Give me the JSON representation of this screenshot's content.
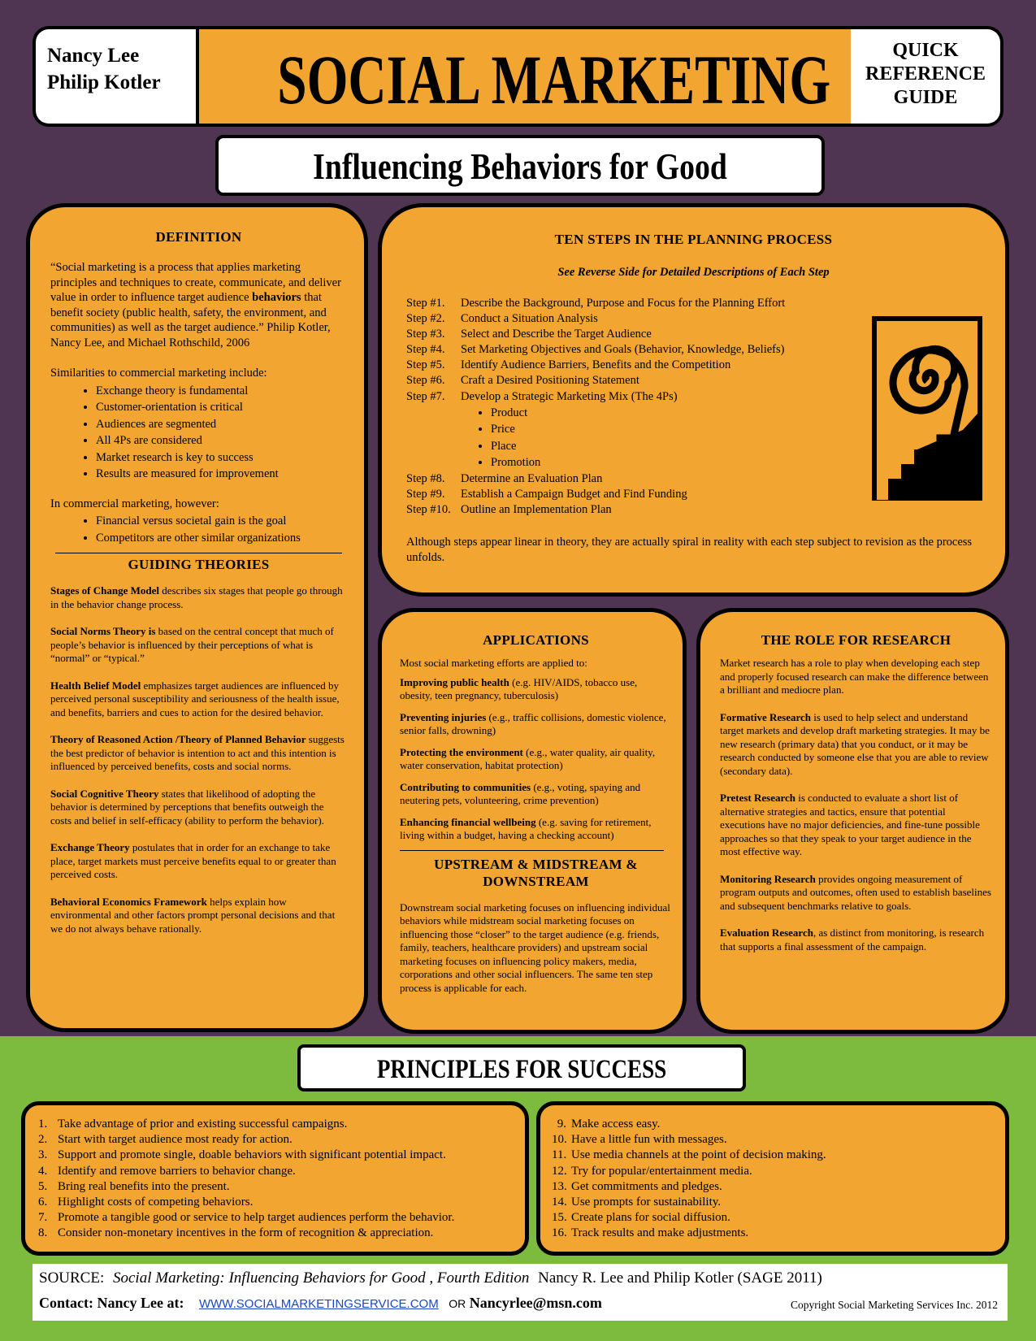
{
  "header": {
    "authors": [
      "Nancy Lee",
      "Philip Kotler"
    ],
    "title": "SOCIAL MARKETING",
    "guide": [
      "QUICK",
      "REFERENCE",
      "GUIDE"
    ],
    "subtitle": "Influencing Behaviors for Good"
  },
  "definition": {
    "title": "DEFINITION",
    "quote_before": "“Social marketing is a process that applies marketing principles and techniques to create, communicate, and deliver value in order to influence target audience",
    "quote_bold": "behaviors",
    "quote_after": "that benefit society (public health, safety, the environment, and communities) as well as the target audience.”  Philip Kotler, Nancy Lee, and Michael Rothschild, 2006",
    "similarities_intro": "Similarities to commercial marketing include:",
    "similarities": [
      "Exchange theory is fundamental",
      "Customer-orientation is critical",
      "Audiences are segmented",
      "All 4Ps are considered",
      "Market research is key to success",
      "Results are measured for improvement"
    ],
    "however_intro": "In commercial marketing, however:",
    "however": [
      "Financial versus societal gain is the goal",
      "Competitors are other similar organizations"
    ]
  },
  "theories": {
    "title": "GUIDING THEORIES",
    "items": [
      {
        "name": "Stages of Change Model",
        "text": "describes six stages that people go through in the behavior change process."
      },
      {
        "name": "Social Norms Theory is",
        "text": "based on the central concept that much of people’s behavior is influenced by their perceptions of what is “normal” or “typical.”"
      },
      {
        "name": "Health Belief Model",
        "text": "emphasizes target audiences are influenced by perceived personal susceptibility and seriousness of the health issue, and benefits, barriers and cues to action for the desired behavior."
      },
      {
        "name": "Theory of Reasoned Action /Theory of Planned Behavior",
        "text": "suggests the best predictor of behavior is intention to act and this intention is influenced by perceived benefits, costs and social norms."
      },
      {
        "name": "Social Cognitive Theory",
        "text": "states that likelihood of  adopting the behavior is determined by perceptions that benefits outweigh the costs and belief in self-efficacy (ability to perform the behavior)."
      },
      {
        "name": "Exchange Theory",
        "text": "postulates that in order for an exchange to take place, target markets must perceive benefits equal to or greater than perceived costs."
      },
      {
        "name": "Behavioral Economics Framework",
        "text": "helps explain how environmental and other factors prompt personal decisions and that we do not always behave rationally."
      }
    ]
  },
  "steps": {
    "title": "TEN STEPS IN THE PLANNING PROCESS",
    "subtitle": "See Reverse Side for Detailed Descriptions of Each Step",
    "items": [
      {
        "label": "Step #1.",
        "text": "Describe the Background, Purpose and Focus for the Planning Effort"
      },
      {
        "label": "Step #2.",
        "text": "Conduct a Situation Analysis"
      },
      {
        "label": "Step #3.",
        "text": "Select and Describe the Target Audience"
      },
      {
        "label": "Step #4.",
        "text": "Set Marketing Objectives and Goals (Behavior, Knowledge, Beliefs)"
      },
      {
        "label": "Step #5.",
        "text": "Identify Audience Barriers, Benefits and the Competition"
      },
      {
        "label": "Step #6.",
        "text": "Craft a Desired Positioning Statement"
      },
      {
        "label": "Step #7.",
        "text": "Develop a Strategic Marketing Mix (The 4Ps)"
      }
    ],
    "ps": [
      "Product",
      "Price",
      "Place",
      "Promotion"
    ],
    "items2": [
      {
        "label": "Step #8.",
        "text": "Determine an Evaluation Plan"
      },
      {
        "label": "Step #9.",
        "text": "Establish a Campaign Budget and Find Funding"
      },
      {
        "label": "Step #10.",
        "text": "Outline an Implementation Plan"
      }
    ],
    "note": "Although steps appear linear in theory, they are actually spiral in reality with each step subject to revision as the process unfolds."
  },
  "applications": {
    "title": "APPLICATIONS",
    "intro": "Most social marketing efforts are applied to:",
    "items": [
      {
        "name": "Improving public health",
        "text": "(e.g. HIV/AIDS, tobacco use, obesity, teen pregnancy, tuberculosis)"
      },
      {
        "name": "Preventing injuries",
        "text": "(e.g., traffic collisions, domestic violence, senior falls, drowning)"
      },
      {
        "name": "Protecting the environment",
        "text": "(e.g., water quality, air quality, water conservation, habitat protection)"
      },
      {
        "name": "Contributing to communities",
        "text": "(e.g., voting, spaying and neutering pets, volunteering, crime prevention)"
      },
      {
        "name": "Enhancing financial wellbeing",
        "text": "(e.g. saving for retirement, living within a budget, having a checking account)"
      }
    ]
  },
  "upstream": {
    "title1": "UPSTREAM & MIDSTREAM &",
    "title2": "DOWNSTREAM",
    "text": "Downstream social marketing focuses on influencing individual behaviors while midstream social marketing focuses on influencing those “closer” to the target audience (e.g. friends, family, teachers, healthcare providers) and upstream social marketing focuses on influencing policy makers, media, corporations and other social influencers.  The same ten step process is applicable for each."
  },
  "research": {
    "title": "THE ROLE FOR RESEARCH",
    "intro": "Market research has a role to play when developing each step and properly focused research can make the difference between a brilliant and mediocre plan.",
    "items": [
      {
        "name": "Formative Research",
        "text": "is used to help select and understand target markets and develop draft marketing strategies.  It may be new research (primary data) that you conduct, or it may be research conducted by someone else that you are able to review (secondary data)."
      },
      {
        "name": "Pretest Research",
        "text": "is conducted to evaluate a short list of alternative strategies and tactics, ensure that potential executions have no major deficiencies, and fine-tune possible approaches so that they speak to your target audience in the most effective way."
      },
      {
        "name": "Monitoring Research",
        "text": "provides ongoing measurement of program outputs and outcomes, often used to establish baselines and subsequent benchmarks relative to goals."
      },
      {
        "name": "Evaluation Research",
        "text": ", as distinct from monitoring, is research that supports a final assessment of the campaign."
      }
    ]
  },
  "principles": {
    "title": "PRINCIPLES FOR SUCCESS",
    "left": [
      {
        "n": "1.",
        "t": "Take advantage of prior and existing successful campaigns."
      },
      {
        "n": "2.",
        "t": "Start with target audience most ready for action."
      },
      {
        "n": "3.",
        "t": "Support and promote single, doable behaviors with significant potential impact."
      },
      {
        "n": "4.",
        "t": "Identify and remove barriers to behavior change."
      },
      {
        "n": "5.",
        "t": "Bring real benefits into the present."
      },
      {
        "n": "6.",
        "t": "Highlight costs of competing behaviors."
      },
      {
        "n": "7.",
        "t": "Promote a tangible good or service to help target audiences perform the behavior."
      },
      {
        "n": "8.",
        "t": "Consider non-monetary incentives in the form of recognition & appreciation."
      }
    ],
    "right": [
      {
        "n": "9.",
        "t": "Make access easy."
      },
      {
        "n": "10.",
        "t": "Have a little fun with messages."
      },
      {
        "n": "11.",
        "t": "Use media channels at the point of decision making."
      },
      {
        "n": "12.",
        "t": "Try for popular/entertainment media."
      },
      {
        "n": "13.",
        "t": "Get commitments and pledges."
      },
      {
        "n": "14.",
        "t": "Use prompts for sustainability."
      },
      {
        "n": "15.",
        "t": "Create plans for social diffusion."
      },
      {
        "n": "16.",
        "t": "Track results and make adjustments."
      }
    ]
  },
  "footer": {
    "source_label": "SOURCE:",
    "source_title": "Social Marketing: Influencing Behaviors for Good , Fourth Edition",
    "source_rest": "Nancy R. Lee and Philip Kotler (SAGE 2011)",
    "contact_label": "Contact:  Nancy Lee at:",
    "url": "WWW.SOCIALMARKETINGSERVICE.COM",
    "or": "OR",
    "email": "Nancyrlee@msn.com",
    "copyright": "Copyright Social Marketing Services Inc. 2012"
  },
  "colors": {
    "purple": "#503552",
    "orange": "#f2a530",
    "green": "#7dbb3e"
  }
}
